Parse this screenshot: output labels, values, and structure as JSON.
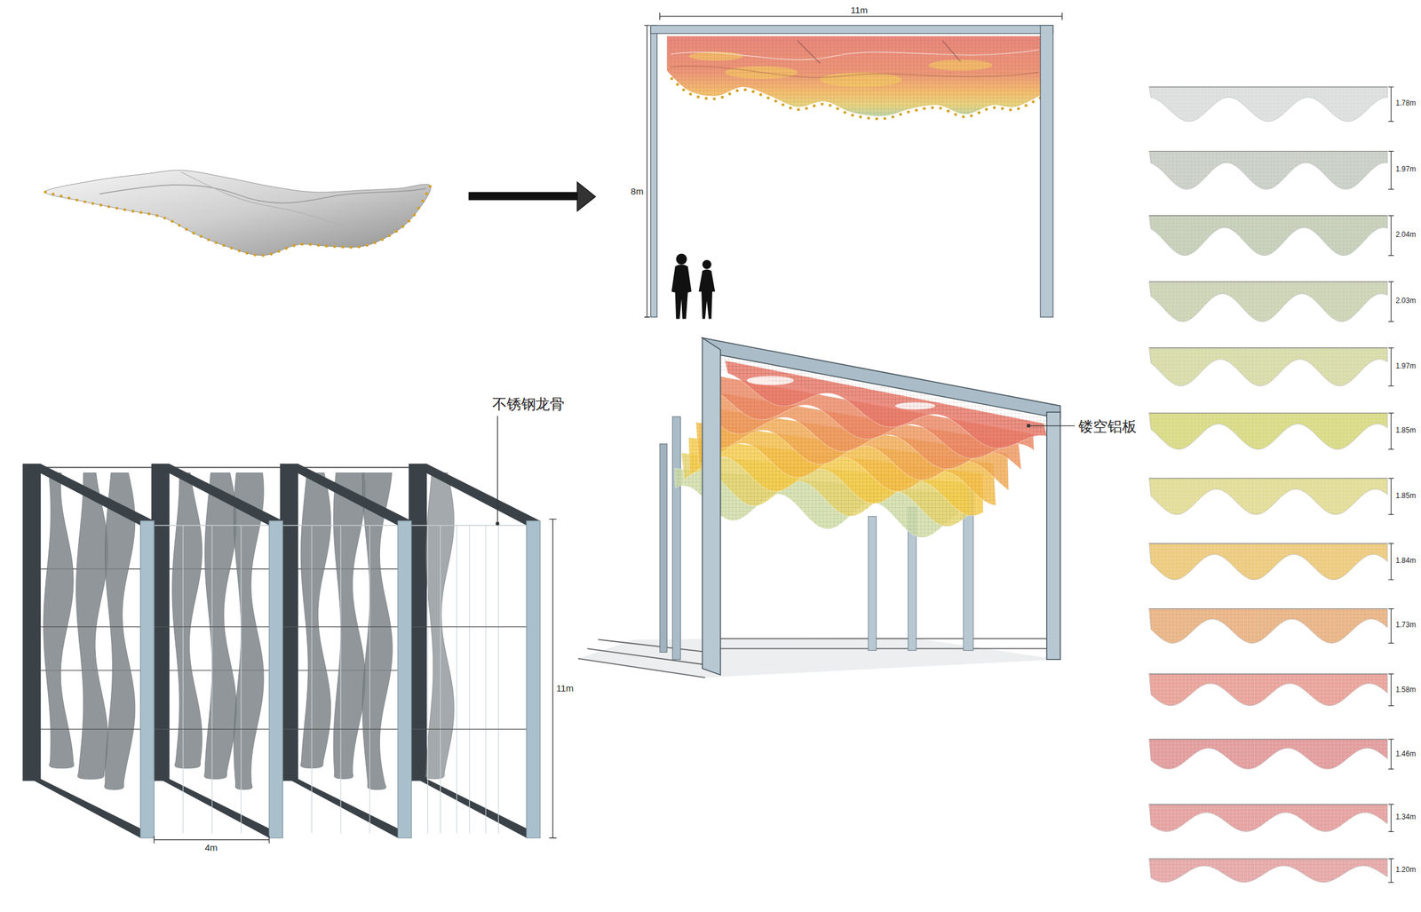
{
  "diagram": {
    "labels": [
      "11m",
      "8m",
      "不锈钢龙骨",
      "镂空铝板",
      "11m",
      "4m",
      "1.78m",
      "1.97m",
      "2.04m",
      "2.03m",
      "1.97m",
      "1.85m",
      "1.85m",
      "1.84m",
      "1.73m",
      "1.58m",
      "1.46m",
      "1.34m",
      "1.20m"
    ]
  }
}
